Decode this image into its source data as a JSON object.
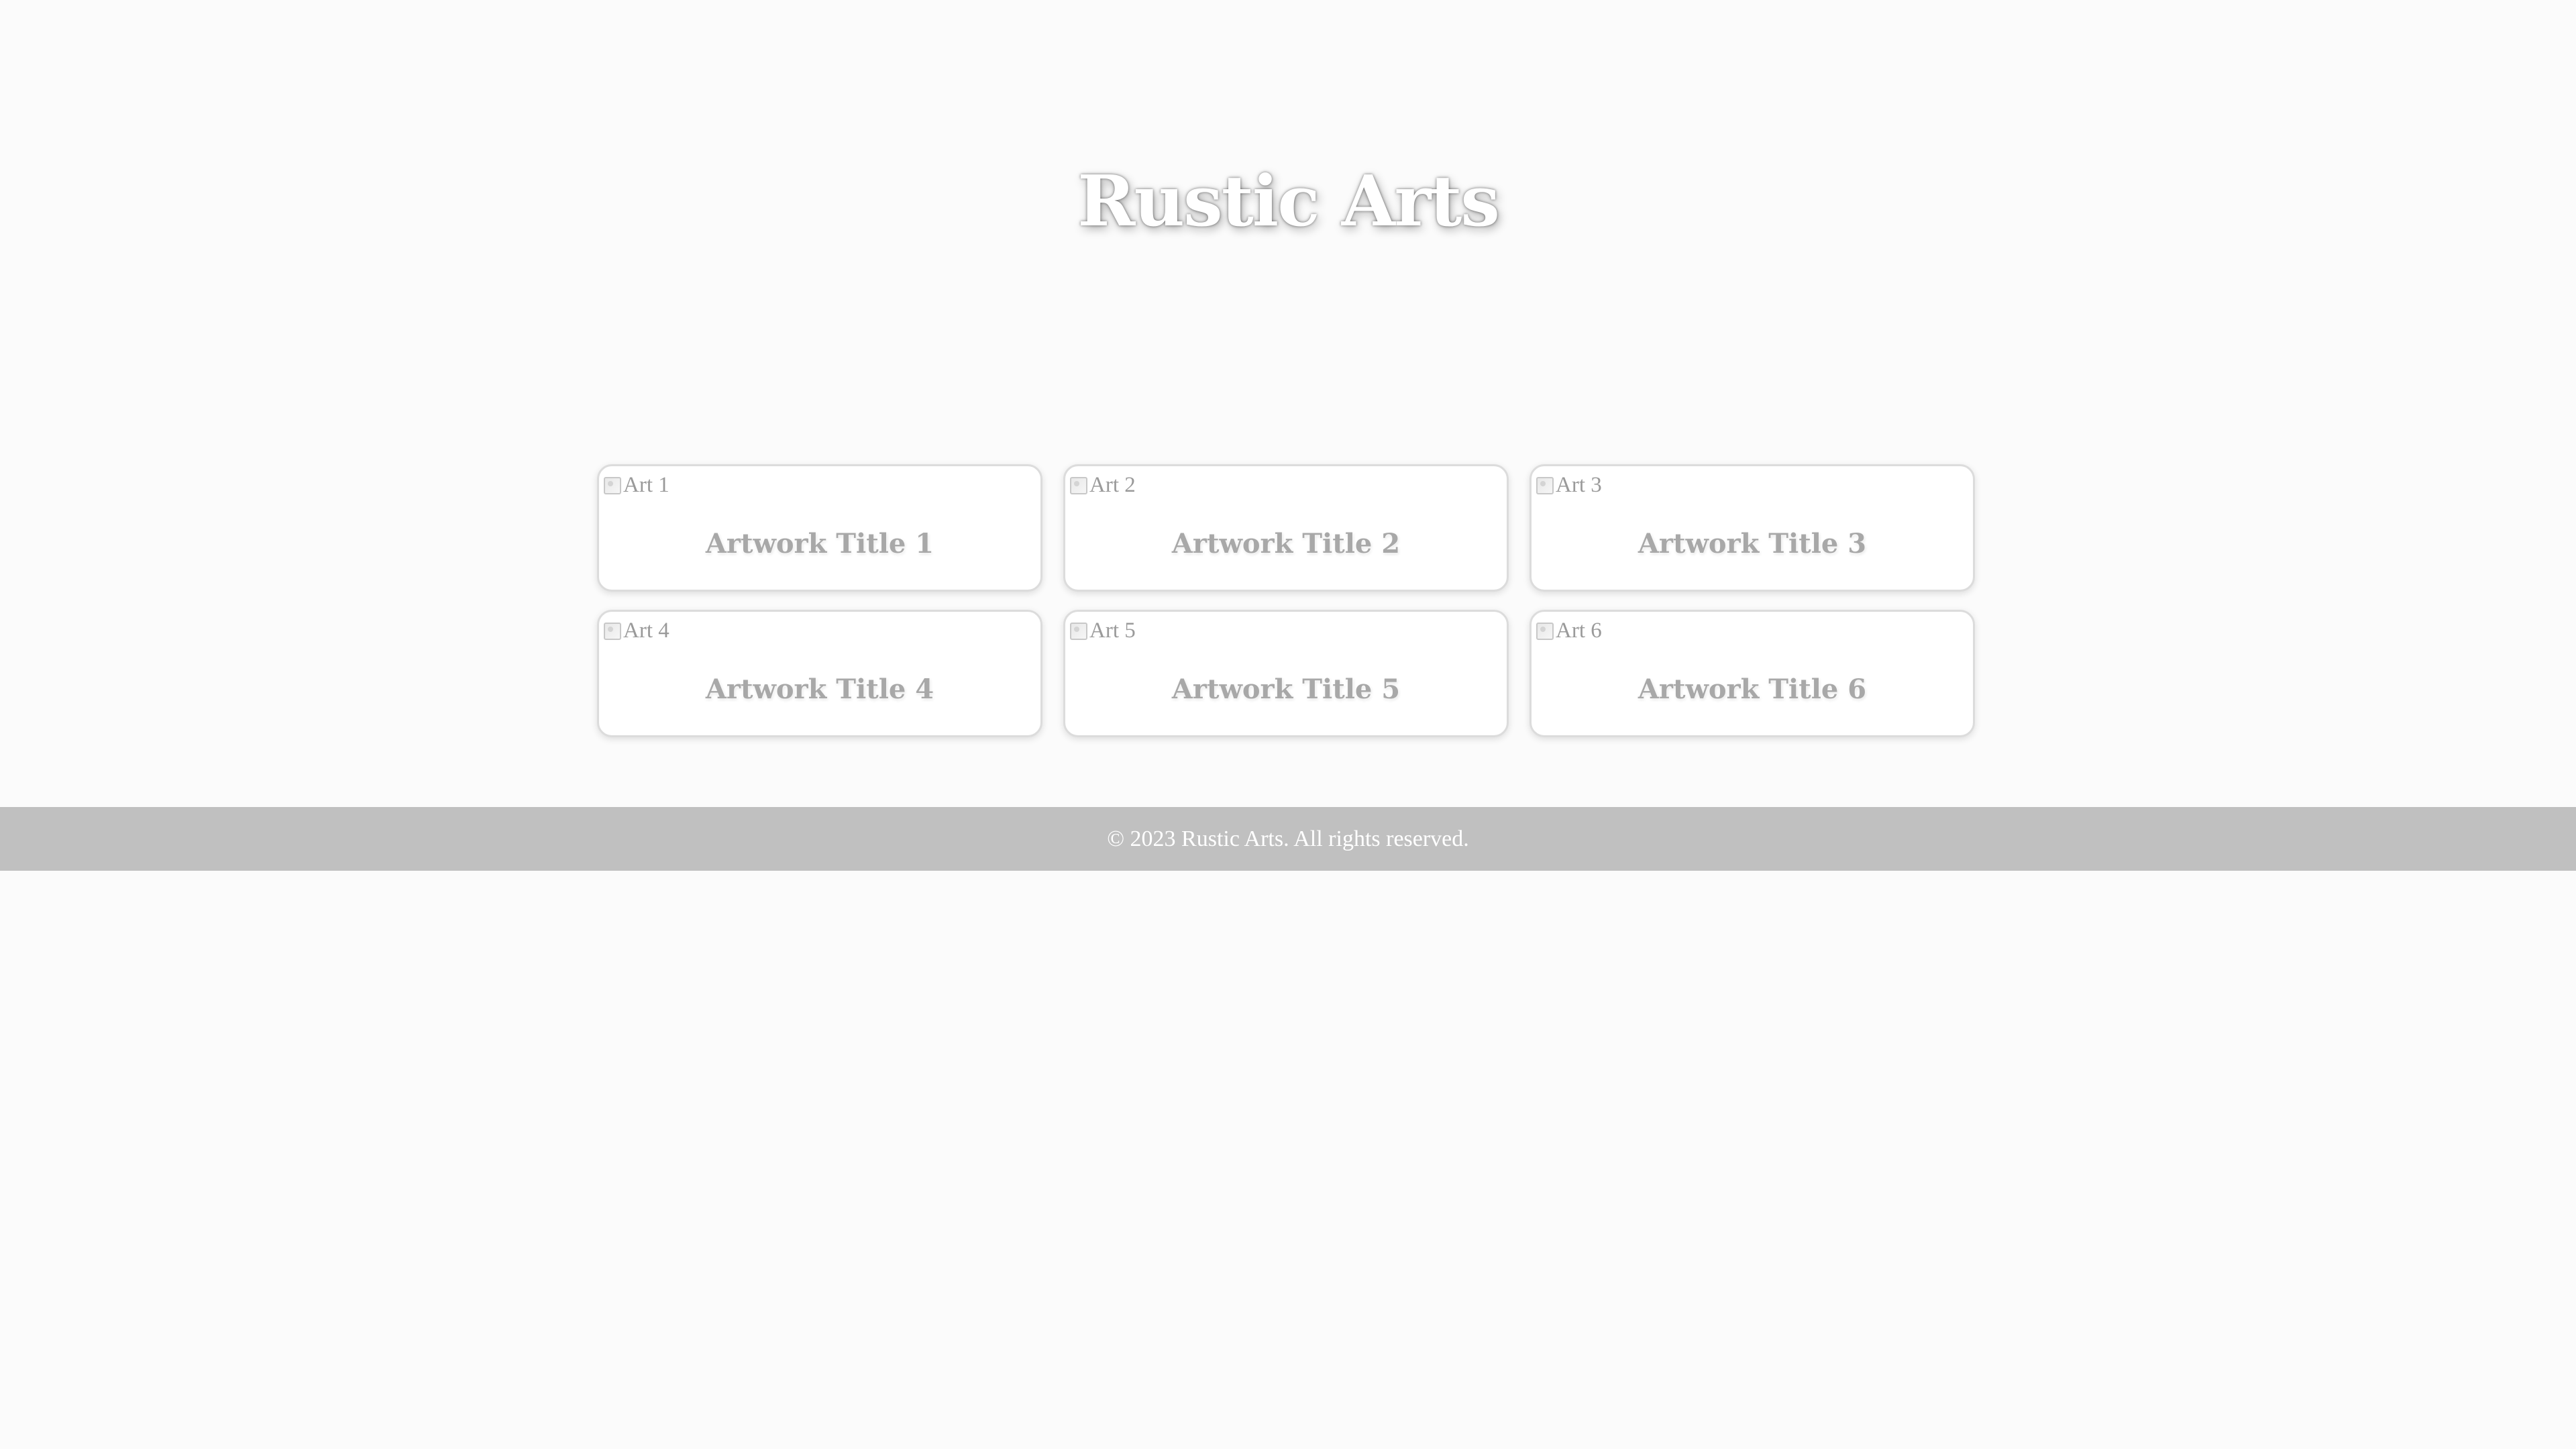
{
  "header": {
    "title": "Rustic Arts"
  },
  "gallery": {
    "items": [
      {
        "image_alt": "Art 1",
        "title": "Artwork Title 1"
      },
      {
        "image_alt": "Art 2",
        "title": "Artwork Title 2"
      },
      {
        "image_alt": "Art 3",
        "title": "Artwork Title 3"
      },
      {
        "image_alt": "Art 4",
        "title": "Artwork Title 4"
      },
      {
        "image_alt": "Art 5",
        "title": "Artwork Title 5"
      },
      {
        "image_alt": "Art 6",
        "title": "Artwork Title 6"
      }
    ]
  },
  "footer": {
    "text": "© 2023 Rustic Arts. All rights reserved."
  },
  "colors": {
    "background": "#fbfbfb",
    "footer_background": "#c0c0c0",
    "card_border": "#dcdcdc",
    "card_title": "#a8a8a8"
  }
}
